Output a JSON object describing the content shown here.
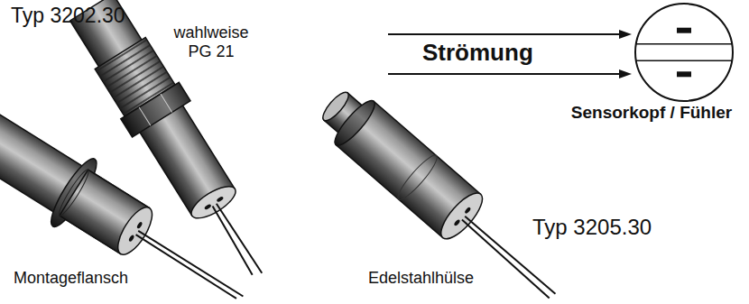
{
  "diagram": {
    "nodes": [
      {
        "text": [
          "Sensorkopf / Fühler"
        ]
      }
    ],
    "labels": [
      "Typ 3202.30",
      "wahlweise PG 21",
      "Strömung",
      "Montageflansch",
      "Edelstahlhülse",
      "Typ 3205.30"
    ]
  }
}
